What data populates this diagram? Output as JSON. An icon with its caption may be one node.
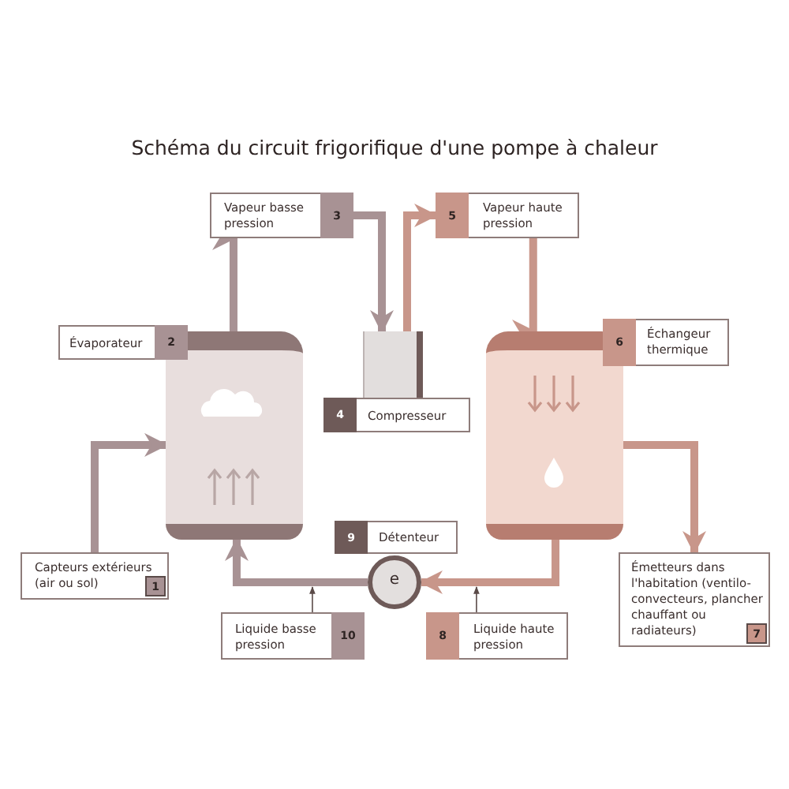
{
  "diagram": {
    "title": "Schéma du circuit frigorifique d'une pompe à chaleur",
    "nodes": [
      {
        "text": [
          "Capteurs extérieurs (air ou sol)",
          "1"
        ]
      },
      {
        "text": [
          "Évaporateur",
          "2"
        ]
      },
      {
        "text": [
          "Vapeur basse pression",
          "3"
        ]
      },
      {
        "text": [
          "4",
          "Compresseur"
        ]
      },
      {
        "text": [
          "5",
          "Vapeur haute pression"
        ]
      },
      {
        "text": [
          "6",
          "Échangeur thermique"
        ]
      },
      {
        "text": [
          "Émetteurs dans l'habitation (ventilo-convecteurs, plancher chauffant ou radiateurs)",
          "7"
        ]
      },
      {
        "text": [
          "8",
          "Liquide haute pression"
        ]
      },
      {
        "text": [
          "9",
          "Détenteur"
        ]
      },
      {
        "text": [
          "Liquide basse pression",
          "10"
        ]
      },
      {
        "text": [],
        "shape": "box"
      },
      {
        "text": [],
        "shape": "box"
      },
      {
        "text": [],
        "shape": "box"
      },
      {
        "text": [
          "e"
        ]
      }
    ],
    "edges": [
      {
        "from": 0,
        "to": 10,
        "arrow": "to"
      },
      {
        "from": 10,
        "to": 2,
        "arrow": "to"
      },
      {
        "from": 2,
        "to": 11,
        "arrow": "to"
      },
      {
        "from": 11,
        "to": 4,
        "arrow": "to",
        "color": "#c8968a"
      },
      {
        "from": 4,
        "to": 12,
        "arrow": "to",
        "color": "#c8968a"
      },
      {
        "from": 12,
        "to": 6,
        "arrow": "to",
        "color": "#c8968a"
      },
      {
        "from": 12,
        "to": 13,
        "arrow": "to",
        "color": "#c8968a"
      },
      {
        "from": 13,
        "to": 10,
        "arrow": "to"
      },
      {
        "from": 9,
        "to": null,
        "arrow": "to",
        "color": "#5a4a48"
      },
      {
        "from": 7,
        "to": null,
        "arrow": "to",
        "color": "#5a4a48"
      }
    ]
  }
}
